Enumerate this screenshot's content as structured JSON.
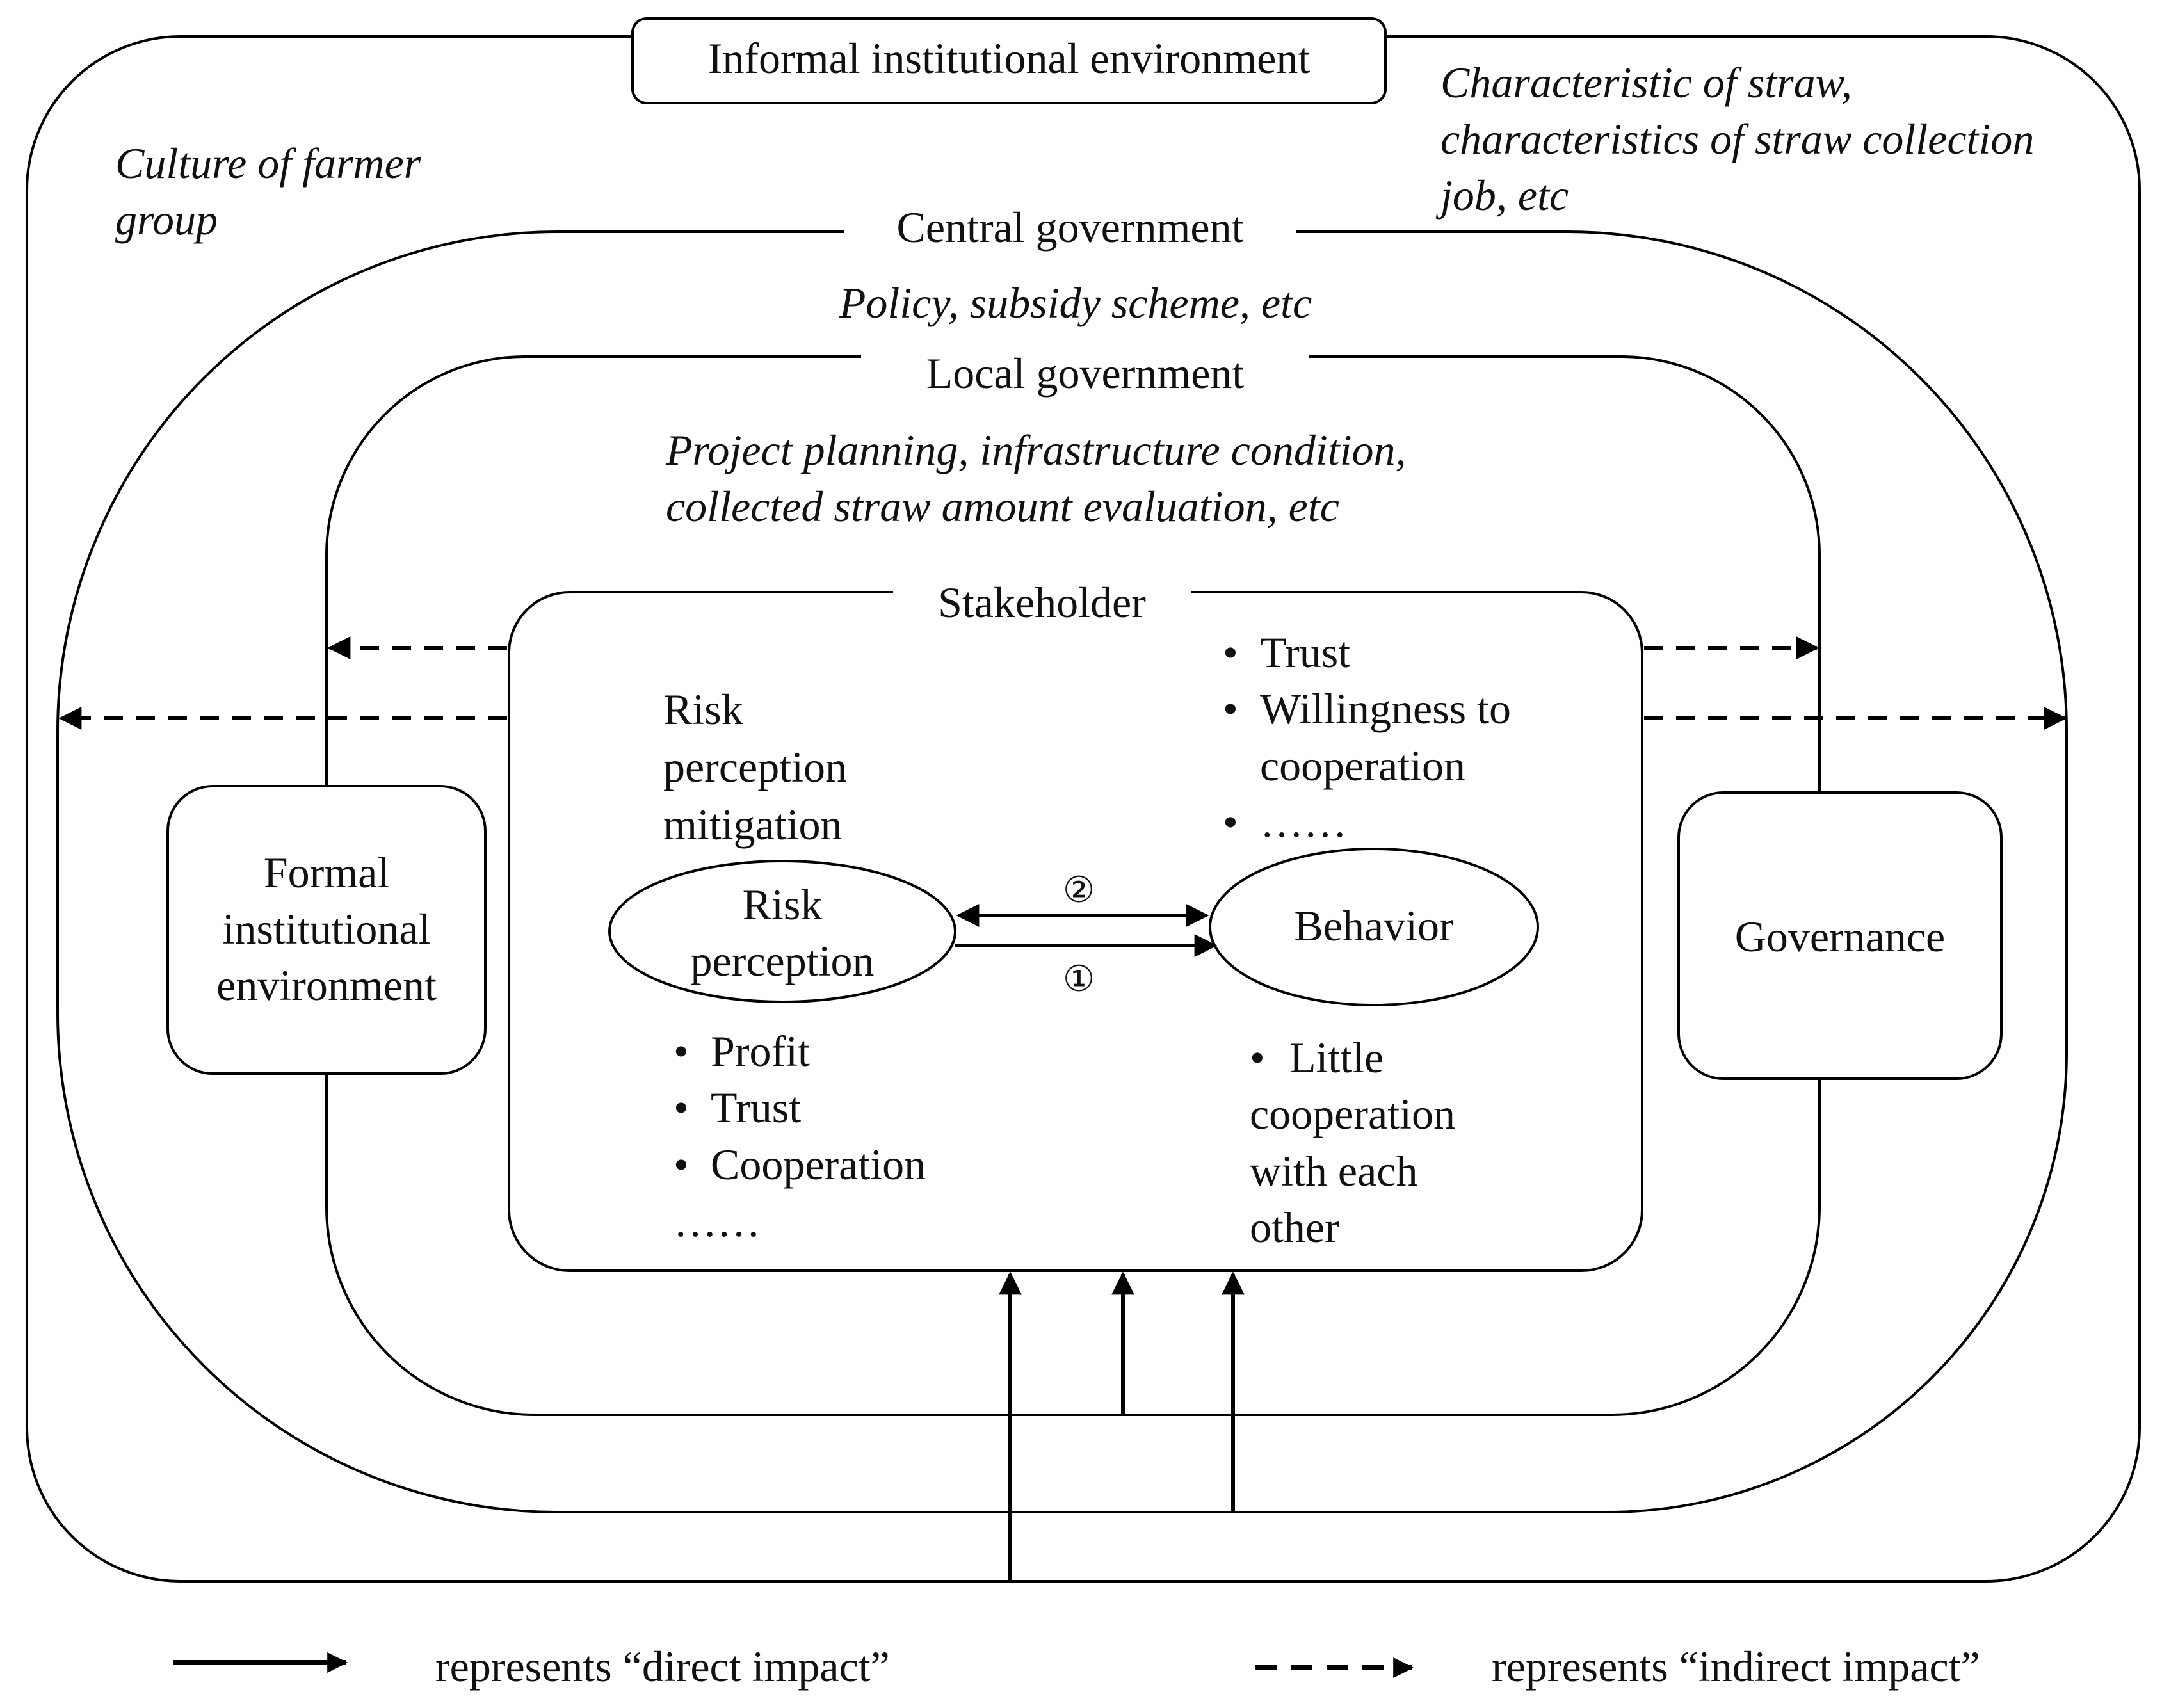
{
  "outer": {
    "title": "Informal institutional environment",
    "left_note": [
      "Culture of farmer",
      "group"
    ],
    "right_note": [
      "Characteristic of straw,",
      "characteristics of straw collection",
      "job, etc"
    ]
  },
  "central": {
    "title": "Central government",
    "note": "Policy, subsidy scheme, etc"
  },
  "local": {
    "title": "Local government",
    "note": [
      "Project planning, infrastructure condition,",
      "collected straw amount evaluation,  etc"
    ]
  },
  "stakeholder": {
    "title": "Stakeholder",
    "mitigation": [
      "Risk",
      "perception",
      "mitigation"
    ],
    "risk_node": [
      "Risk",
      "perception"
    ],
    "behavior_node": "Behavior",
    "arrow_top_mark": "②",
    "arrow_bottom_mark": "①",
    "behavior_factors": [
      "Trust",
      "Willingness  to",
      "cooperation",
      "……"
    ],
    "risk_factors": [
      "Profit",
      "Trust",
      "Cooperation"
    ],
    "risk_factors_more": "……",
    "behavior_outcome": [
      "Little",
      "cooperation",
      "with each",
      "other"
    ]
  },
  "left_box": [
    "Formal",
    "institutional",
    "environment"
  ],
  "right_box": "Governance",
  "legend": {
    "direct": "represents “direct impact”",
    "indirect": "represents “indirect impact”"
  },
  "bullet_symbol": "•"
}
